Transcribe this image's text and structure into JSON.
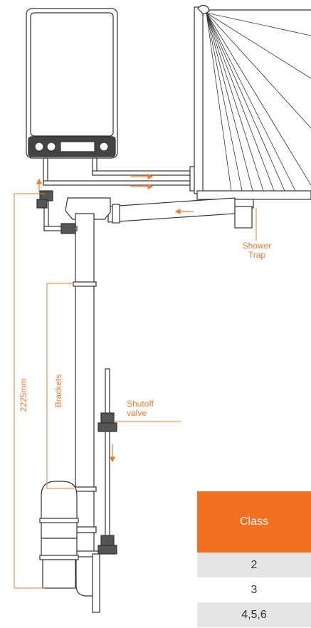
{
  "labels": {
    "shower_trap": "Shower\nTrap",
    "shutoff_valve": "Shutoff\nvalve",
    "dimension": "2225mm",
    "brackets": "Brackets"
  },
  "table": {
    "header": "Class",
    "rows": [
      "2",
      "3",
      "4,5,6"
    ]
  },
  "colors": {
    "accent": "#f07a2a",
    "line": "#333333",
    "header_bg": "#f36f21",
    "row_shade": "#e6e6e6"
  }
}
